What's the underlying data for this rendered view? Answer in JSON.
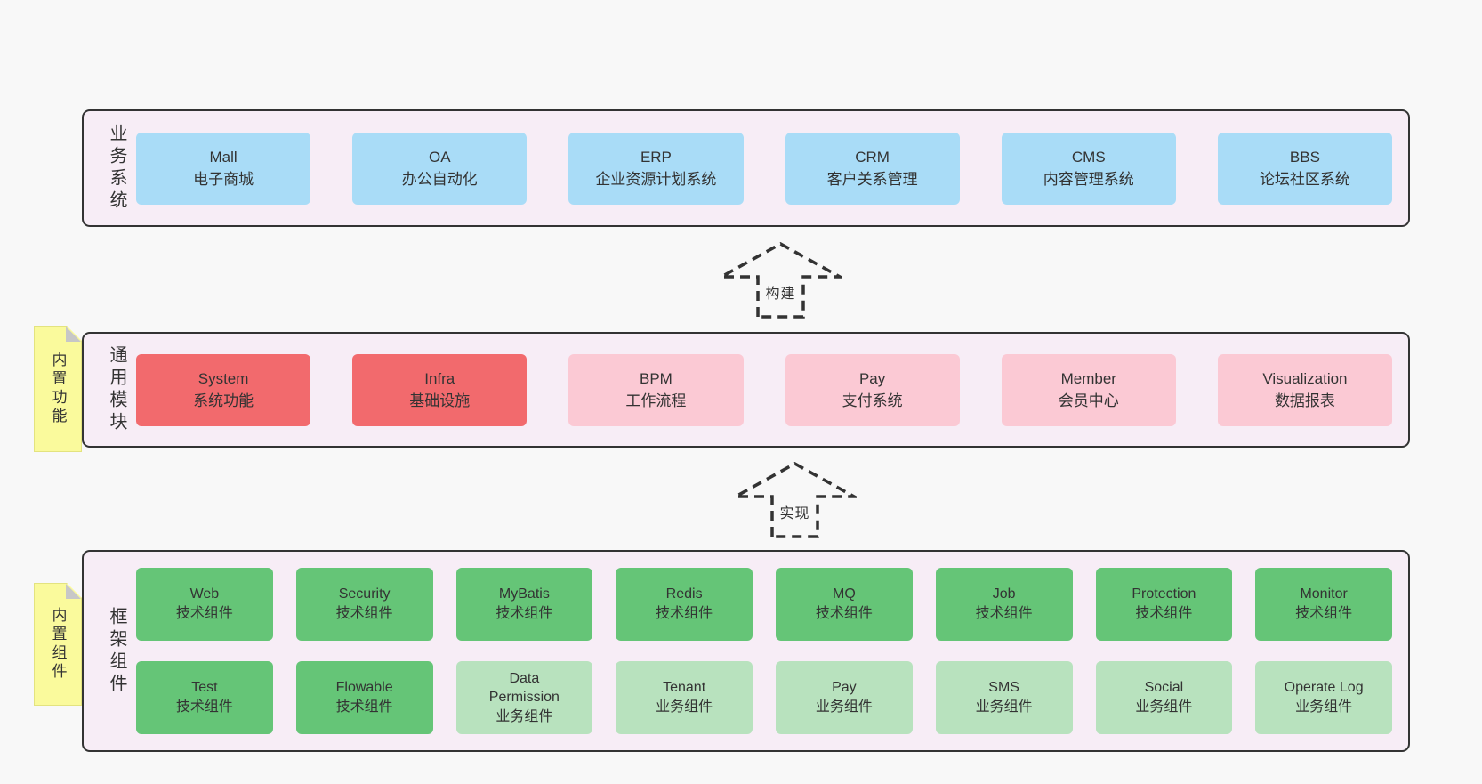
{
  "colors": {
    "page_bg": "#f8f8f8",
    "band_bg": "#f7edf6",
    "band_border": "#333333",
    "box_blue": "#a9dcf7",
    "box_red": "#f26a6d",
    "box_pink": "#fbc9d4",
    "box_green_dark": "#65c577",
    "box_green_light": "#b8e2be",
    "sticky_yellow": "#fafa9c",
    "sticky_fold": "#c7c7c7",
    "text": "#333333"
  },
  "arrows": [
    {
      "label": "构建"
    },
    {
      "label": "实现"
    }
  ],
  "bands": {
    "business": {
      "label": "业务系统",
      "boxes": [
        {
          "title": "Mall",
          "subtitle": "电子商城"
        },
        {
          "title": "OA",
          "subtitle": "办公自动化"
        },
        {
          "title": "ERP",
          "subtitle": "企业资源计划系统"
        },
        {
          "title": "CRM",
          "subtitle": "客户关系管理"
        },
        {
          "title": "CMS",
          "subtitle": "内容管理系统"
        },
        {
          "title": "BBS",
          "subtitle": "论坛社区系统"
        }
      ]
    },
    "modules": {
      "label": "通用模块",
      "sticky": "内置功能",
      "boxes": [
        {
          "title": "System",
          "subtitle": "系统功能"
        },
        {
          "title": "Infra",
          "subtitle": "基础设施"
        },
        {
          "title": "BPM",
          "subtitle": "工作流程"
        },
        {
          "title": "Pay",
          "subtitle": "支付系统"
        },
        {
          "title": "Member",
          "subtitle": "会员中心"
        },
        {
          "title": "Visualization",
          "subtitle": "数据报表"
        }
      ]
    },
    "framework": {
      "label": "框架组件",
      "sticky": "内置组件",
      "boxes_row1": [
        {
          "title": "Web",
          "subtitle": "技术组件"
        },
        {
          "title": "Security",
          "subtitle": "技术组件"
        },
        {
          "title": "MyBatis",
          "subtitle": "技术组件"
        },
        {
          "title": "Redis",
          "subtitle": "技术组件"
        },
        {
          "title": "MQ",
          "subtitle": "技术组件"
        },
        {
          "title": "Job",
          "subtitle": "技术组件"
        },
        {
          "title": "Protection",
          "subtitle": "技术组件"
        },
        {
          "title": "Monitor",
          "subtitle": "技术组件"
        }
      ],
      "boxes_row2": [
        {
          "title": "Test",
          "subtitle": "技术组件"
        },
        {
          "title": "Flowable",
          "subtitle": "技术组件"
        },
        {
          "title": "Data Permission",
          "subtitle": "业务组件"
        },
        {
          "title": "Tenant",
          "subtitle": "业务组件"
        },
        {
          "title": "Pay",
          "subtitle": "业务组件"
        },
        {
          "title": "SMS",
          "subtitle": "业务组件"
        },
        {
          "title": "Social",
          "subtitle": "业务组件"
        },
        {
          "title": "Operate Log",
          "subtitle": "业务组件"
        }
      ]
    }
  }
}
